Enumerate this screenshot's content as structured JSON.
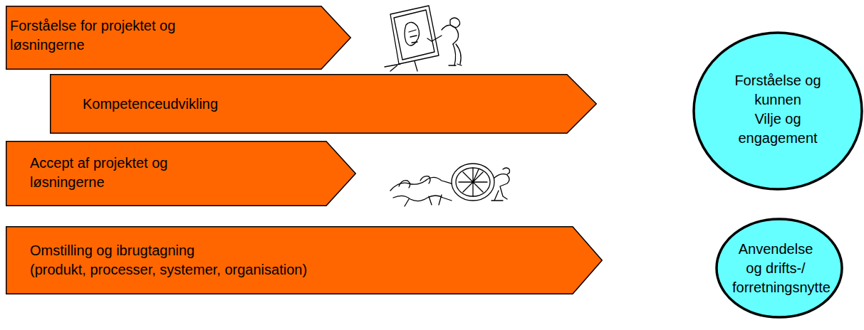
{
  "diagram": {
    "nodes": [
      {
        "text": [
          "Forståelse for projektet og løsningerne"
        ]
      },
      {
        "text": [
          "Kompetenceudvikling"
        ]
      },
      {
        "text": [
          "Forståelse og kunnen",
          "Vilje og engagement"
        ]
      },
      {
        "text": [
          "Accept af projektet og løsningerne"
        ]
      },
      {
        "text": [
          "Omstilling og ibrugtagning",
          "(produkt, processer, systemer, organisation)"
        ]
      },
      {
        "text": [
          "Anvendelse og drifts-/ forretningsnytte"
        ]
      }
    ]
  }
}
